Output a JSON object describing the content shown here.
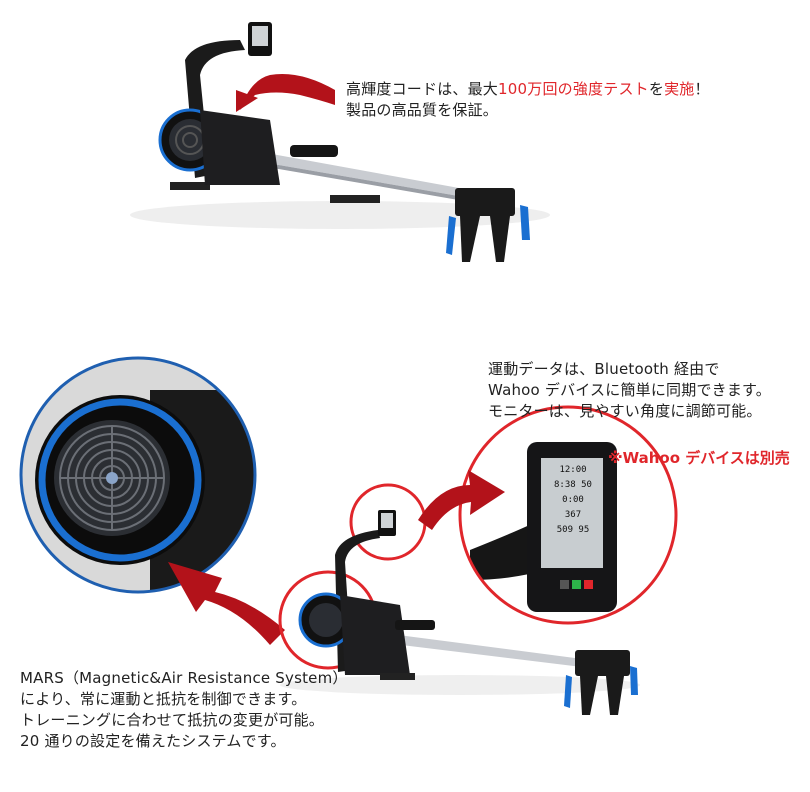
{
  "top_caption": {
    "line1_prefix": "高輝度コードは、最大",
    "line1_highlight": "100万回の強度テスト",
    "line1_mid": "を",
    "line1_highlight2": "実施",
    "line1_suffix": "！",
    "line2": "製品の高品質を保証。"
  },
  "monitor_caption": {
    "line1": "運動データは、Bluetooth 経由で",
    "line2": "Wahoo デバイスに簡単に同期できます。",
    "line3": "モニターは、見やすい角度に調節可能。"
  },
  "wahoo_note": "※Wahoo デバイスは別売",
  "mars_caption": {
    "line1": "MARS（Magnetic&Air Resistance System）",
    "line2": "により、常に運動と抵抗を制御できます。",
    "line3": "トレーニングに合わせて抵抗の変更が可能。",
    "line4": "20 通りの設定を備えたシステムです。"
  },
  "monitor_screen": {
    "r1": "12:00",
    "r2a": "8:38",
    "r2b": "50",
    "r3": "0:00",
    "r4": "367",
    "r5a": "509",
    "r5b": "95"
  },
  "colors": {
    "accent_red": "#e0262b",
    "arrow_red": "#b3121a",
    "accent_blue": "#1a6fd1"
  }
}
